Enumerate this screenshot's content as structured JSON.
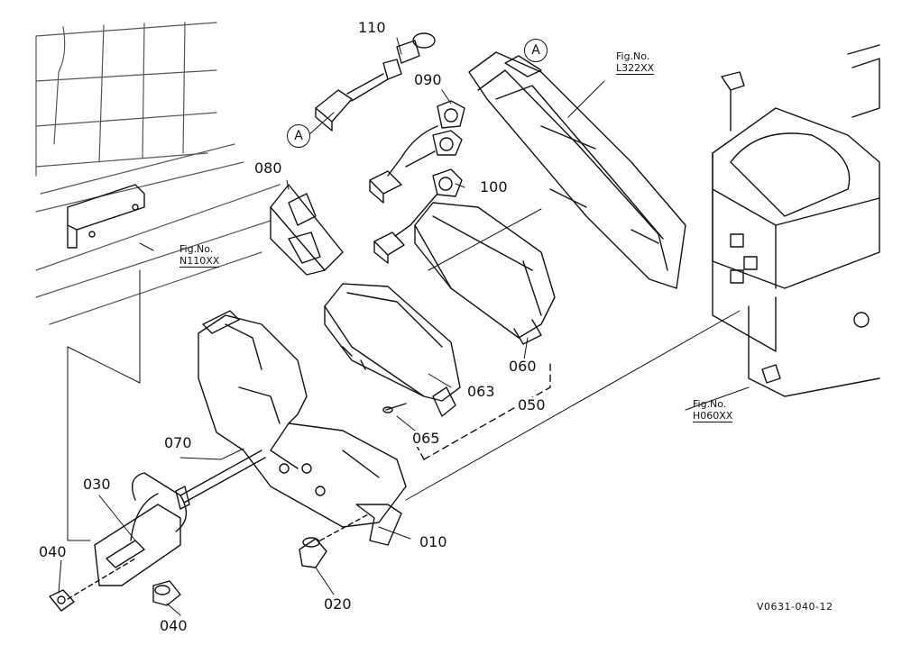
{
  "diagram": {
    "code": "V0631-040-12",
    "reference_marker": "A",
    "part_labels": {
      "p110": "110",
      "p090": "090",
      "p100": "100",
      "p080": "080",
      "p060": "060",
      "p063": "063",
      "p050": "050",
      "p065": "065",
      "p070": "070",
      "p030": "030",
      "p040a": "040",
      "p040b": "040",
      "p020": "020",
      "p010": "010"
    },
    "figure_refs": {
      "l322": {
        "label": "Fig.No.",
        "number": "L322XX"
      },
      "n110": {
        "label": "Fig.No.",
        "number": "N110XX"
      },
      "h060": {
        "label": "Fig.No.",
        "number": "H060XX"
      }
    }
  }
}
